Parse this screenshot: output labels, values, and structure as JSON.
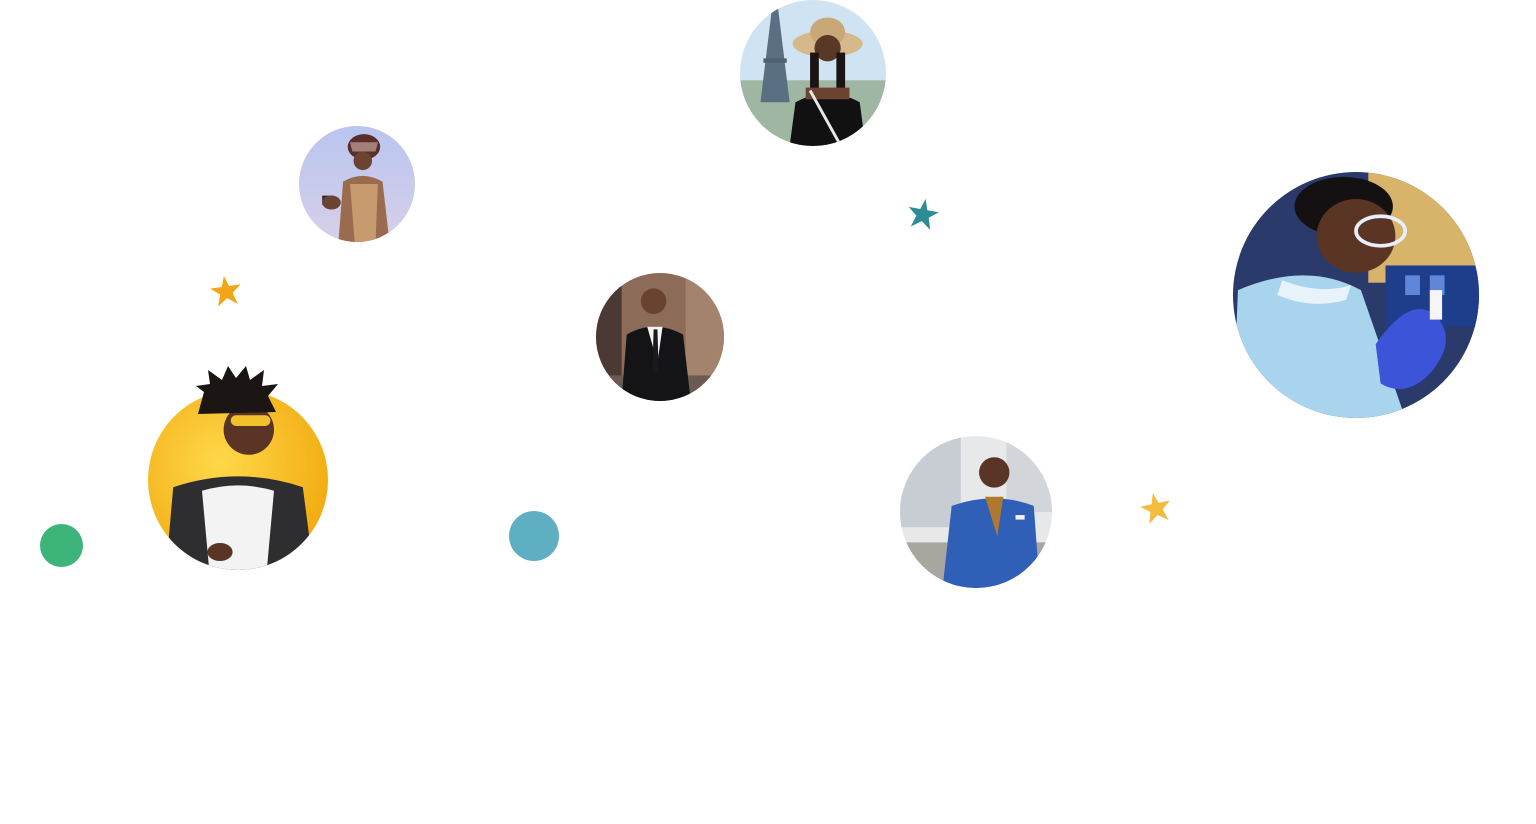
{
  "colors": {
    "star_orange": "#F2A516",
    "star_teal": "#2E8C96",
    "star_yellow": "#F3BC3E",
    "dot_green": "#3DB47A",
    "dot_blue": "#5FAFC2",
    "background": "#FFFFFF"
  },
  "avatars": [
    {
      "name": "woman-eiffel-tower-photo",
      "scene": "eiffel-tower"
    },
    {
      "name": "woman-headwrap-phone-photo",
      "scene": "lavender-studio"
    },
    {
      "name": "man-black-suit-photo",
      "scene": "brick-street"
    },
    {
      "name": "scientist-lab-photo",
      "scene": "laboratory"
    },
    {
      "name": "man-yellow-glasses-photo",
      "scene": "yellow-backdrop"
    },
    {
      "name": "man-blue-blazer-photo",
      "scene": "city-street"
    }
  ],
  "decorations": [
    {
      "name": "orange-star-icon"
    },
    {
      "name": "teal-star-icon"
    },
    {
      "name": "yellow-star-icon"
    },
    {
      "name": "green-dot"
    },
    {
      "name": "blue-dot"
    }
  ]
}
